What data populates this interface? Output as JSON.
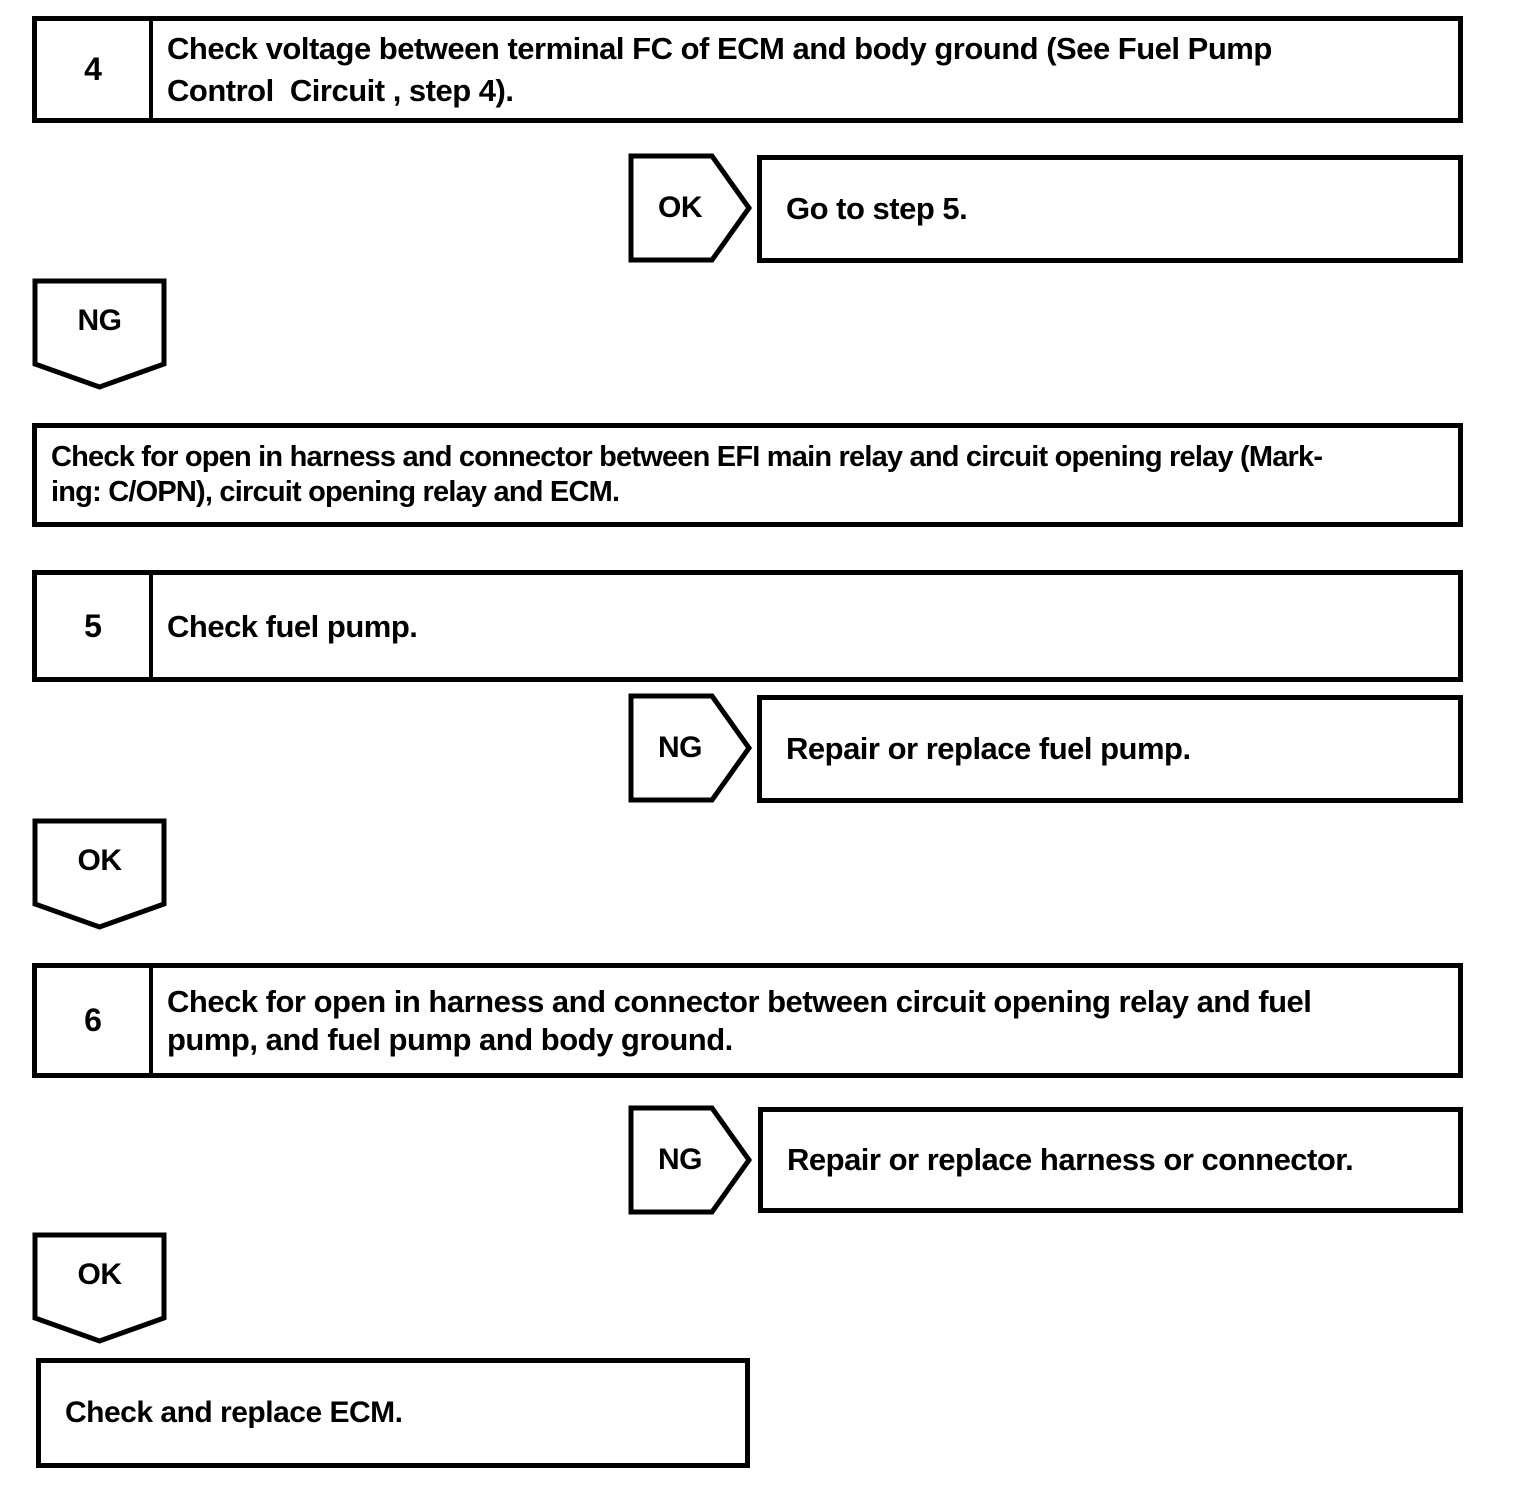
{
  "nodes": {
    "step4": {
      "number": "4",
      "line1": "Check voltage between terminal FC of ECM and body ground (See Fuel Pump",
      "line2": "Control  Circuit , step 4)."
    },
    "ok1": {
      "label": "OK",
      "result": "Go to step 5."
    },
    "ng1": {
      "label": "NG"
    },
    "harness_check": {
      "line1": "Check for open in harness and connector between EFI main relay and circuit opening relay (Mark-",
      "line2": "ing: C/OPN), circuit opening relay and ECM."
    },
    "step5": {
      "number": "5",
      "text": "Check fuel pump."
    },
    "ng2": {
      "label": "NG",
      "result": "Repair or replace fuel pump."
    },
    "ok2": {
      "label": "OK"
    },
    "step6": {
      "number": "6",
      "line1": "Check for open in harness and connector between circuit opening relay and fuel",
      "line2": "pump, and fuel pump and body ground."
    },
    "ng3": {
      "label": "NG",
      "result": "Repair or replace harness or connector."
    },
    "ok3": {
      "label": "OK"
    },
    "final": {
      "text": "Check and replace ECM."
    }
  },
  "colors": {
    "line": "#000000",
    "background": "#ffffff"
  }
}
